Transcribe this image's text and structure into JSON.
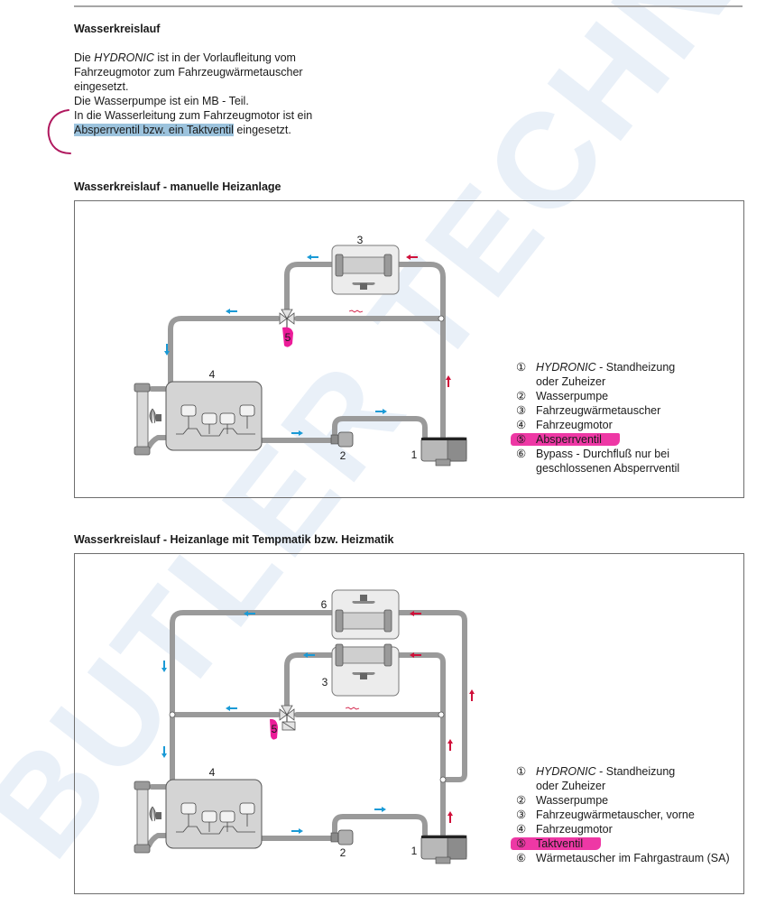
{
  "document": {
    "heading": "Wasserkreislauf",
    "intro": {
      "line1_pre": "Die ",
      "line1_brand": "HYDRONIC",
      "line1_post": " ist in der Vorlaufleitung vom",
      "line2": "Fahrzeugmotor zum Fahrzeugwärmetauscher",
      "line3": "eingesetzt.",
      "line4": "Die Wasserpumpe ist ein MB - Teil.",
      "line5": "In die Wasserleitung zum Fahrzeugmotor ist ein",
      "line6_highlight": "Absperrventil bzw. ein Taktventil",
      "line6_post": " eingesetzt."
    },
    "annotation_colors": {
      "selection_highlight": "#9cc3dd",
      "marker_pink": "#ec1c99",
      "pen_bracket": "#b0185e"
    },
    "watermark": "BUTLER TECHNIK"
  },
  "diagrams": [
    {
      "title": "Wasserkreislauf - manuelle Heizanlage",
      "labels": {
        "heater": "1",
        "pump": "2",
        "heat_exchanger": "3",
        "engine": "4",
        "valve": "5"
      },
      "legend": [
        {
          "num": "①",
          "brand": "HYDRONIC",
          "text": " - Standheizung",
          "cont": "oder Zuheizer"
        },
        {
          "num": "②",
          "text": "Wasserpumpe"
        },
        {
          "num": "③",
          "text": "Fahrzeugwärmetauscher"
        },
        {
          "num": "④",
          "text": "Fahrzeugmotor"
        },
        {
          "num": "⑤",
          "text": "Absperrventil",
          "marked": true
        },
        {
          "num": "⑥",
          "text": "Bypass - Durchfluß nur bei",
          "cont": "geschlossenen Absperrventil"
        }
      ]
    },
    {
      "title": "Wasserkreislauf - Heizanlage mit Tempmatik bzw. Heizmatik",
      "labels": {
        "heater": "1",
        "pump": "2",
        "heat_exchanger": "3",
        "engine": "4",
        "valve": "5",
        "rear_exchanger": "6"
      },
      "legend": [
        {
          "num": "①",
          "brand": "HYDRONIC",
          "text": " - Standheizung",
          "cont": "oder Zuheizer"
        },
        {
          "num": "②",
          "text": "Wasserpumpe"
        },
        {
          "num": "③",
          "text": "Fahrzeugwärmetauscher, vorne"
        },
        {
          "num": "④",
          "text": "Fahrzeugmotor"
        },
        {
          "num": "⑤",
          "text": "Taktventil",
          "marked": true
        },
        {
          "num": "⑥",
          "text": "Wärmetauscher im Fahrgastraum (SA)"
        }
      ]
    }
  ],
  "flow_colors": {
    "cold": "#1a9ad6",
    "hot": "#d0103a",
    "pipe": "#9a9a9a"
  }
}
